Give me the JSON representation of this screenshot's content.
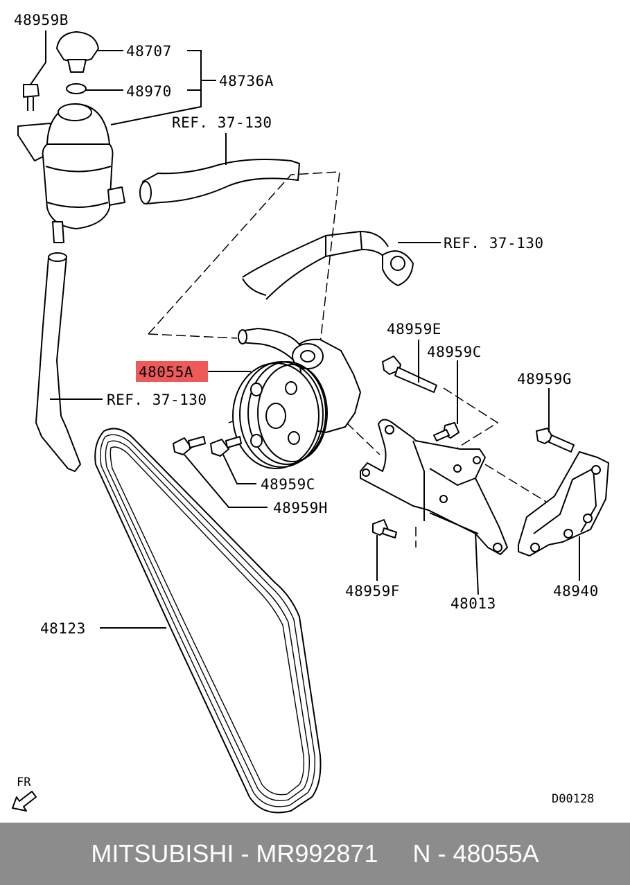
{
  "labels": {
    "p48959B": "48959B",
    "p48707": "48707",
    "p48970": "48970",
    "p48736A": "48736A",
    "ref_top": "REF. 37-130",
    "ref_mid": "REF. 37-130",
    "ref_left": "REF. 37-130",
    "p48959E": "48959E",
    "p48959C_top": "48959C",
    "p48055A": "48055A",
    "p48959G": "48959G",
    "p48959C_bottom": "48959C",
    "p48959H": "48959H",
    "p48959F": "48959F",
    "p48013": "48013",
    "p48940": "48940",
    "p48123": "48123",
    "fr": "FR",
    "diagram_code": "D00128"
  },
  "highlight_color": "#ee5a5a",
  "footer": {
    "brand": "MITSUBISHI",
    "part_number": "MR992871",
    "ref": "N - 48055A",
    "text": "MITSUBISHI - MR992871     N - 48055A"
  }
}
